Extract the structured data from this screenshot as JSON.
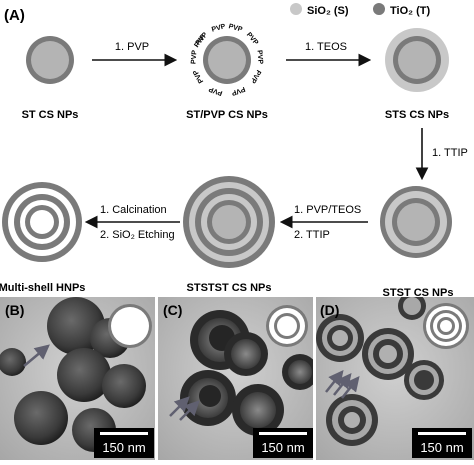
{
  "panel_a": {
    "label": "(A)",
    "legend": {
      "silica": "SiO₂ (S)",
      "titania": "TiO₂ (T)"
    },
    "nodes": {
      "st": "ST CS NPs",
      "st_pvp": "ST/PVP CS NPs",
      "sts": "STS CS NPs",
      "stst": "STST CS NPs",
      "ststst": "STSTST CS NPs",
      "hnp": "Multi-shell HNPs"
    },
    "pvp_tag": "PVP",
    "steps": {
      "pvp": "1. PVP",
      "teos": "1. TEOS",
      "ttip": "1. TTIP",
      "pvp_teos": "1. PVP/TEOS",
      "ttip2": "2. TTIP",
      "calcination": "1. Calcination",
      "etching": "2. SiO₂ Etching"
    },
    "colors": {
      "silica": "#c8c8c8",
      "titania": "#7a7a7a",
      "core": "#b4b4b4"
    }
  },
  "panels": [
    {
      "label": "(B)",
      "scale_bar": "150 nm"
    },
    {
      "label": "(C)",
      "scale_bar": "150 nm"
    },
    {
      "label": "(D)",
      "scale_bar": "150 nm"
    }
  ]
}
